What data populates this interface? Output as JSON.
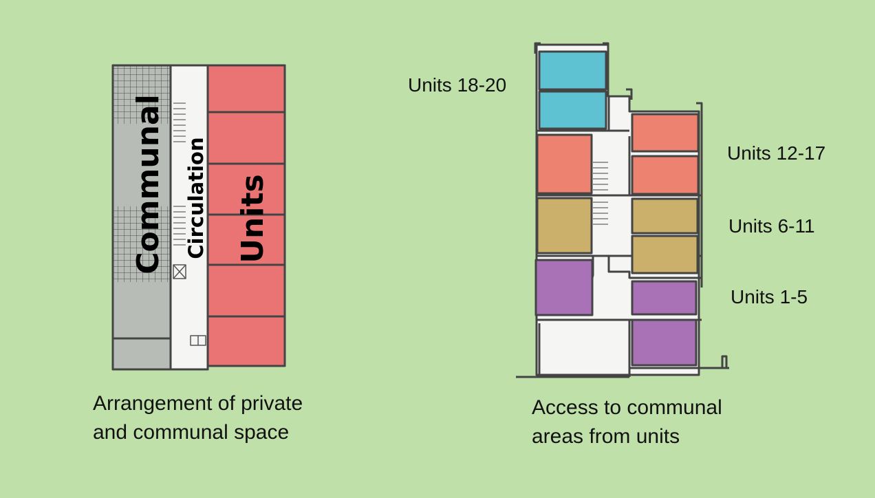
{
  "plan": {
    "labels": {
      "communal": "Communal",
      "circulation": "Circulation",
      "units": "Units"
    },
    "caption": [
      "Arrangement of private",
      "and communal space"
    ]
  },
  "section": {
    "groups": [
      {
        "label": "Units 18-20",
        "color": "#5ec2d2"
      },
      {
        "label": "Units 12-17",
        "color": "#ee8270"
      },
      {
        "label": "Units 6-11",
        "color": "#cbb06c"
      },
      {
        "label": "Units 1-5",
        "color": "#aa72b6"
      }
    ],
    "caption": [
      "Access to communal",
      "areas from units"
    ]
  },
  "colors": {
    "background": "#c0e0aa",
    "communal": "#b8bcb6",
    "circulation": "#f5f5f3",
    "units_plan": "#ea7474",
    "outline": "#444444"
  }
}
